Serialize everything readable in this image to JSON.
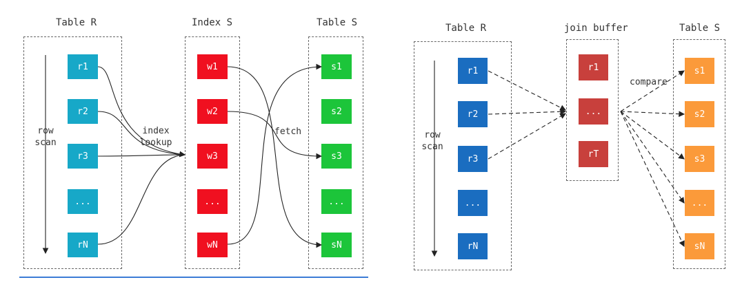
{
  "left": {
    "table_r": {
      "title": "Table R",
      "cells": [
        "r1",
        "r2",
        "r3",
        "...",
        "rN"
      ],
      "color": "#17a8c8"
    },
    "index_s": {
      "title": "Index S",
      "cells": [
        "w1",
        "w2",
        "w3",
        "...",
        "wN"
      ],
      "color": "#f01020"
    },
    "table_s": {
      "title": "Table S",
      "cells": [
        "s1",
        "s2",
        "s3",
        "...",
        "sN"
      ],
      "color": "#1cc53a"
    },
    "row_scan": "row\nscan",
    "index_lookup": "index\nlookup",
    "fetch": "fetch"
  },
  "right": {
    "table_r": {
      "title": "Table R",
      "cells": [
        "r1",
        "r2",
        "r3",
        "...",
        "rN"
      ],
      "color": "#1a6dc0"
    },
    "join_buffer": {
      "title": "join buffer",
      "cells": [
        "r1",
        "...",
        "rT"
      ],
      "color": "#c8403c"
    },
    "table_s": {
      "title": "Table S",
      "cells": [
        "s1",
        "s2",
        "s3",
        "...",
        "sN"
      ],
      "color": "#fb9a3a"
    },
    "row_scan": "row\nscan",
    "compare": "compare"
  }
}
